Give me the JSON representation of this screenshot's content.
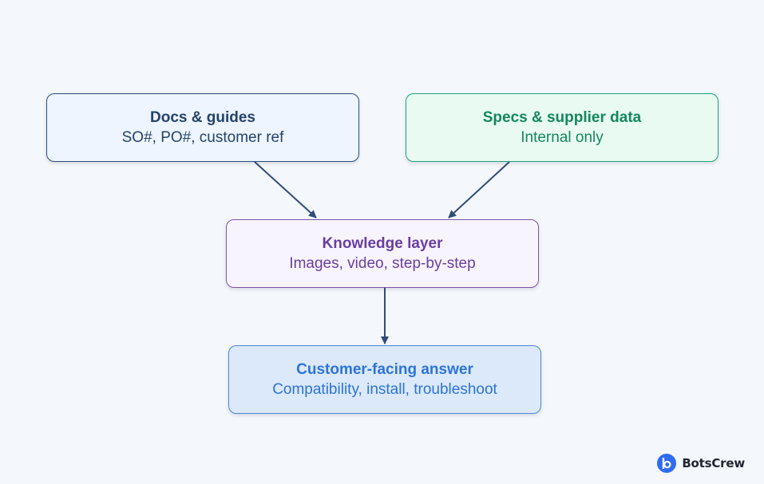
{
  "diagram": {
    "nodes": {
      "docs": {
        "title": "Docs & guides",
        "subtitle": "SO#, PO#, customer ref"
      },
      "specs": {
        "title": "Specs & supplier data",
        "subtitle": "Internal only"
      },
      "knowledge": {
        "title": "Knowledge layer",
        "subtitle": "Images, video, step-by-step"
      },
      "answer": {
        "title": "Customer-facing answer",
        "subtitle": "Compatibility, install, troubleshoot"
      }
    },
    "edges": [
      {
        "from": "docs",
        "to": "knowledge"
      },
      {
        "from": "specs",
        "to": "knowledge"
      },
      {
        "from": "knowledge",
        "to": "answer"
      }
    ],
    "colors": {
      "background": "#f4f7fb",
      "arrow": "#2f4d78",
      "docs": "#2f4d78",
      "specs": "#20a57a",
      "knowledge": "#7d55a8",
      "answer": "#4e87d8"
    }
  },
  "brand": {
    "name": "BotsCrew",
    "icon": "botscrew-logo-icon"
  }
}
